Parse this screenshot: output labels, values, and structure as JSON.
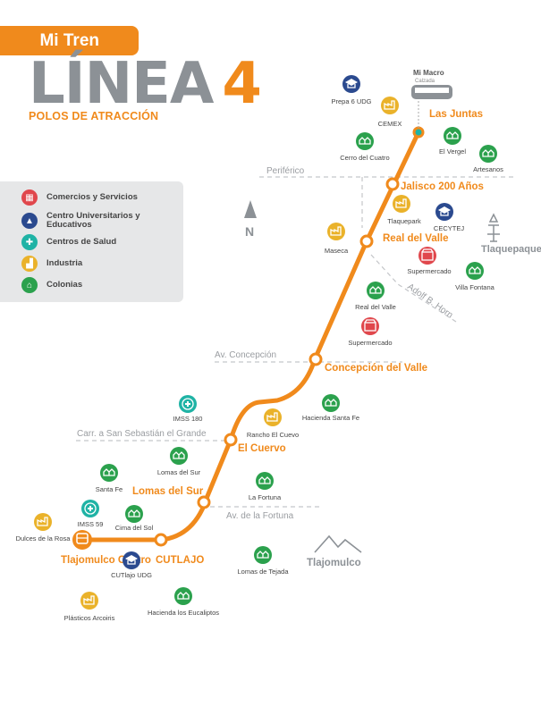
{
  "header": {
    "brand": "Mi Tren",
    "title_word": "LÍNEA",
    "title_number": "4",
    "subtitle": "POLOS DE ATRACCIÓN"
  },
  "legend": [
    {
      "label": "Comercios y Servicios",
      "color": "#e0474c",
      "icon": "store-icon"
    },
    {
      "label": "Centro Universitarios y Educativos",
      "color": "#2b4a8f",
      "icon": "graduation-cap-icon"
    },
    {
      "label": "Centros de Salud",
      "color": "#1fb3a5",
      "icon": "medical-cross-icon"
    },
    {
      "label": "Industria",
      "color": "#eab22a",
      "icon": "factory-icon"
    },
    {
      "label": "Colonias",
      "color": "#2ba14d",
      "icon": "houses-icon"
    }
  ],
  "colors": {
    "line": "#f08a1c",
    "roads": "#c4c6c9",
    "road_label": "#9a9da1"
  },
  "macro": {
    "name": "Mi Macro",
    "sub": "Calzada"
  },
  "compass": "N",
  "stations": [
    {
      "name": "Las Juntas"
    },
    {
      "name": "Jalisco 200 Años"
    },
    {
      "name": "Real del Valle"
    },
    {
      "name": "Concepción del Valle"
    },
    {
      "name": "El Cuervo"
    },
    {
      "name": "Lomas del Sur"
    },
    {
      "name": "CUTLAJO"
    },
    {
      "name": "Tlajomulco Centro"
    }
  ],
  "roads": [
    "Periférico",
    "Av. Concepción",
    "Carr. a San Sebastián el Grande",
    "Av. de la Fortuna",
    "Adolf B. Horn"
  ],
  "municipalities": [
    "Tlaquepaque",
    "Tlajomulco"
  ],
  "pois": [
    {
      "label": "Prepa 6 UDG",
      "kind": "education"
    },
    {
      "label": "CEMEX",
      "kind": "industry"
    },
    {
      "label": "Cerro del Cuatro",
      "kind": "colony"
    },
    {
      "label": "El Vergel",
      "kind": "colony"
    },
    {
      "label": "Artesanos",
      "kind": "colony"
    },
    {
      "label": "Tlaquepark",
      "kind": "industry"
    },
    {
      "label": "CECYTEJ",
      "kind": "education"
    },
    {
      "label": "Maseca",
      "kind": "industry"
    },
    {
      "label": "Supermercado",
      "kind": "commerce"
    },
    {
      "label": "Villa Fontana",
      "kind": "colony"
    },
    {
      "label": "Real del Valle",
      "kind": "colony"
    },
    {
      "label": "Supermercado",
      "kind": "commerce"
    },
    {
      "label": "IMSS 180",
      "kind": "health"
    },
    {
      "label": "Rancho El Cuevo",
      "kind": "industry"
    },
    {
      "label": "Hacienda Santa Fe",
      "kind": "colony"
    },
    {
      "label": "Lomas del Sur",
      "kind": "colony"
    },
    {
      "label": "Santa Fe",
      "kind": "colony"
    },
    {
      "label": "La Fortuna",
      "kind": "colony"
    },
    {
      "label": "IMSS 59",
      "kind": "health"
    },
    {
      "label": "Cima del Sol",
      "kind": "colony"
    },
    {
      "label": "Dulces de la Rosa",
      "kind": "industry"
    },
    {
      "label": "CUTlajo UDG",
      "kind": "education"
    },
    {
      "label": "Lomas de Tejada",
      "kind": "colony"
    },
    {
      "label": "Hacienda los Eucaliptos",
      "kind": "colony"
    },
    {
      "label": "Plásticos Arcoiris",
      "kind": "industry"
    }
  ]
}
